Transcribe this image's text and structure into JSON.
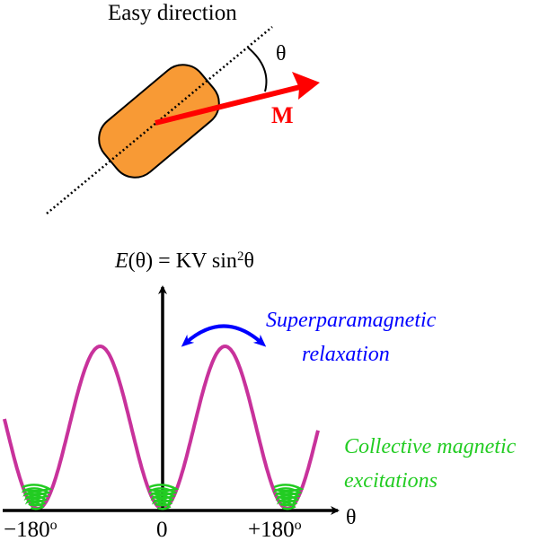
{
  "labels": {
    "easy_direction": "Easy direction",
    "theta_angle": "θ",
    "magnetization": "M",
    "energy_formula_prefix": "E(θ) = KV sin",
    "energy_formula_exp": "2",
    "energy_formula_suffix": "θ",
    "superparamagnetic_line1": "Superparamagnetic",
    "superparamagnetic_line2": "relaxation",
    "collective_line1": "Collective magnetic",
    "collective_line2": "excitations",
    "x_axis_label": "θ",
    "tick_minus": "−180",
    "tick_zero": "0",
    "tick_plus": "+180",
    "degree": "o"
  },
  "colors": {
    "particle": "#F89A35",
    "magnetization": "#FF0000",
    "curve": "#C8329B",
    "relaxation": "#0000FF",
    "excitations": "#22CC22"
  }
}
